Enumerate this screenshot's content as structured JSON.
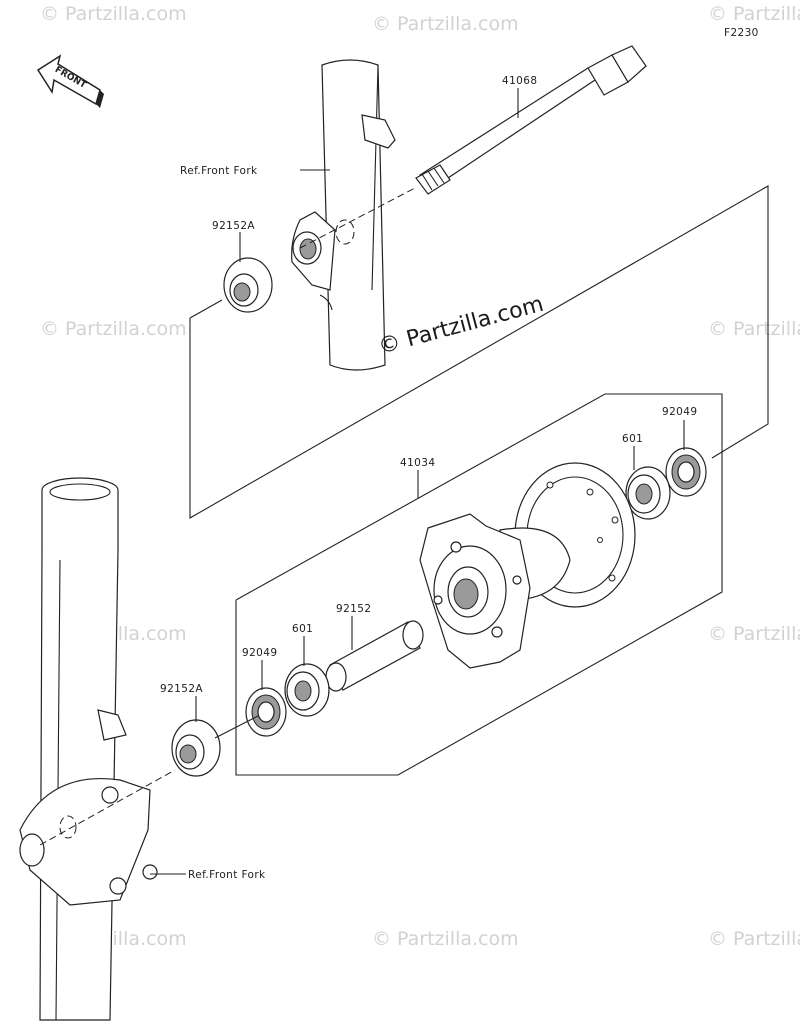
{
  "diagram_code": "F2230",
  "front_label": "FRONT",
  "center_watermark": "© Partzilla.com",
  "watermark_text": "© Partzilla.com",
  "labels": {
    "axle": "41068",
    "fork_top_ref": "Ref.Front Fork",
    "collar_top": "92152A",
    "hub": "41034",
    "seal_right": "92049",
    "bearing_right": "601",
    "spacer": "92152",
    "bearing_left": "601",
    "seal_left": "92049",
    "collar_bottom": "92152A",
    "fork_bottom_ref": "Ref.Front Fork"
  }
}
